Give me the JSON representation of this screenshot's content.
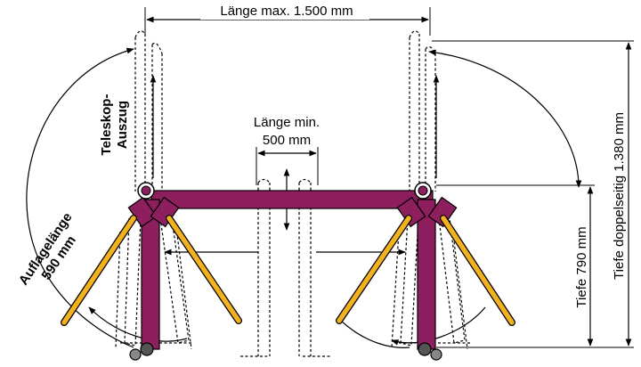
{
  "colors": {
    "frame": "#8e1f5f",
    "legs": "#f2b21f",
    "lines": "#000000"
  },
  "labels": {
    "laenge_max": "Länge max. 1.500 mm",
    "laenge_min_line1": "Länge min.",
    "laenge_min_line2": "500 mm",
    "teleskop_line1": "Teleskop-",
    "teleskop_line2": "Auszug",
    "auflage_line1": "Auflagelänge",
    "auflage_line2": "590 mm",
    "tiefe": "Tiefe 790 mm",
    "tiefe_doppelseitig": "Tiefe doppelseitig 1.380 mm"
  }
}
